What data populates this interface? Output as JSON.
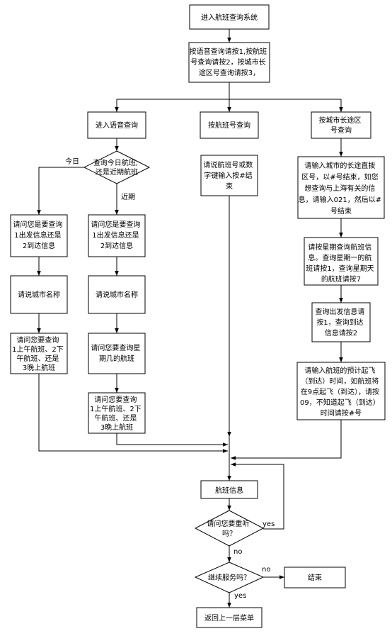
{
  "nodes": {
    "enter_system": "进入航班查询系统",
    "main_prompt": [
      "按语音查询请按1,按航班",
      "号查询请按2，按城市长",
      "途区号查询请按3，"
    ],
    "voice_query": "进入语音查询",
    "flight_no_query": "按航班号查询",
    "area_code_query": [
      "按城市长途区",
      "号查询"
    ],
    "today_or_recent": [
      "查询今日航班,",
      "还是近期航班"
    ],
    "say_flight_no": [
      "请说航班号或数",
      "字键输入按#结",
      "束"
    ],
    "enter_area_code": [
      "请输入城市的长途直拨",
      "区号，以#号结束，如您",
      "想查询与上海有关的信",
      "息，请输入021，然后以#",
      "号结束"
    ],
    "dep_arr_today": [
      "请问您是要查询",
      "1出发信息还是",
      "2到达信息"
    ],
    "dep_arr_recent": [
      "请问您是要查询",
      "1出发信息还是",
      "2到达信息"
    ],
    "weekday_query": [
      "请按星期查询航班信",
      "息。查询星期一的航",
      "班请按1，查询星期天",
      "的航班请按7"
    ],
    "say_city_today": "请说城市名称",
    "say_city_recent": "请说城市名称",
    "dep_arr_press": [
      "查询出发信息请",
      "按1，查询到达",
      "信息请按2"
    ],
    "time_slot_today": [
      "请问您要查询",
      "1上午航班、2下",
      "午航班、还是",
      "3晚上航班"
    ],
    "which_weekday": [
      "请问您要查询星",
      "期几的航班"
    ],
    "enter_time": [
      "请输入航班的预计起飞",
      "（到达）时间，如航班将",
      "在9点起飞（到达），请按",
      "09，不知道起飞（到达）",
      "时间请按#号"
    ],
    "time_slot_recent": [
      "请问您要查询",
      "1上午航班、2下",
      "午航班、还是",
      "3晚上航班"
    ],
    "flight_info": "航班信息",
    "replay_question": [
      "请问您要重听",
      "吗？"
    ],
    "continue_question": "继续服务吗？",
    "end": "结束",
    "back_to_menu": "返回上一层菜单"
  },
  "edge_labels": {
    "today": "今日",
    "recent": "近期",
    "yes_replay": "yes",
    "no_replay": "no",
    "no_continue": "no",
    "yes_continue": "yes"
  }
}
